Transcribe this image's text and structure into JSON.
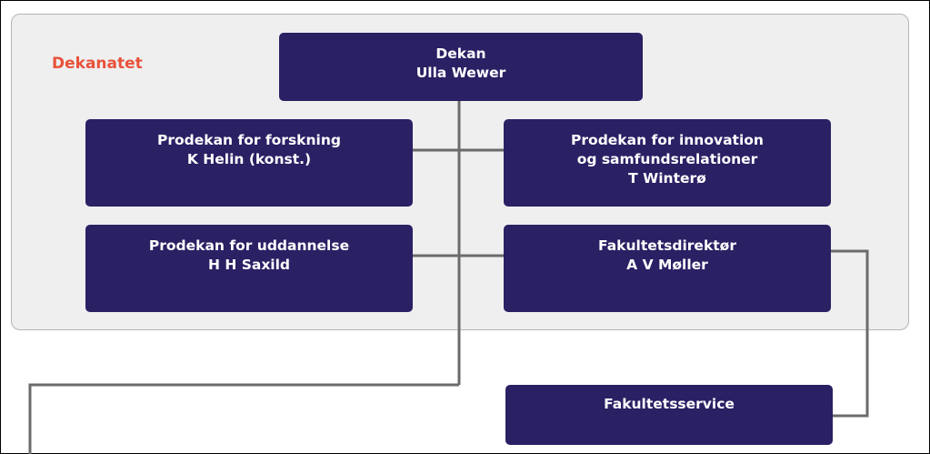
{
  "org": {
    "group_label": "Dekanatet",
    "dekan": {
      "title": "Dekan",
      "name": "Ulla Wewer"
    },
    "prodekan_forskning": {
      "title": "Prodekan for forskning",
      "name": "K Helin (konst.)"
    },
    "prodekan_innovation": {
      "title1": "Prodekan for innovation",
      "title2": "og samfundsrelationer",
      "name": "T Winterø"
    },
    "prodekan_uddannelse": {
      "title": "Prodekan for uddannelse",
      "name": "H H Saxild"
    },
    "fakultetsdirektor": {
      "title": "Fakultetsdirektør",
      "name": "A V Møller"
    },
    "fakultetsservice": {
      "title": "Fakultetsservice"
    }
  },
  "colors": {
    "box_fill": "#2a2064",
    "box_text": "#ffffff",
    "group_label": "#e8523a",
    "panel_bg": "#efeff0",
    "connector": "#6b6b6b"
  }
}
